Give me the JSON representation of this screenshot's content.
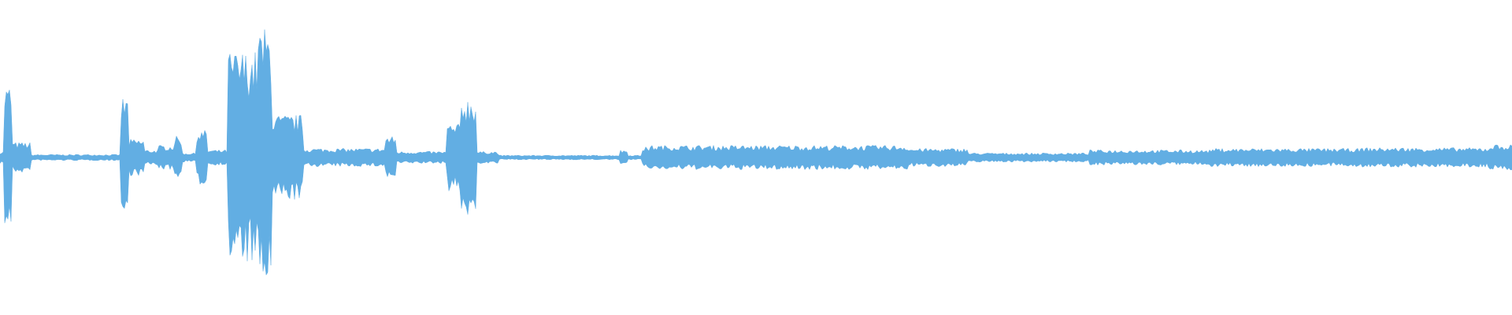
{
  "waveform": {
    "color": "#62aee3",
    "channels": 1,
    "amplitude_scale": 1.0,
    "segments": [
      {
        "start": 0.0,
        "end": 0.003,
        "amp": 0.04
      },
      {
        "start": 0.003,
        "end": 0.008,
        "amp": 0.48
      },
      {
        "start": 0.008,
        "end": 0.02,
        "amp": 0.1
      },
      {
        "start": 0.02,
        "end": 0.08,
        "amp": 0.02
      },
      {
        "start": 0.08,
        "end": 0.085,
        "amp": 0.4
      },
      {
        "start": 0.085,
        "end": 0.095,
        "amp": 0.12
      },
      {
        "start": 0.095,
        "end": 0.105,
        "amp": 0.05
      },
      {
        "start": 0.105,
        "end": 0.115,
        "amp": 0.08
      },
      {
        "start": 0.115,
        "end": 0.12,
        "amp": 0.14
      },
      {
        "start": 0.12,
        "end": 0.13,
        "amp": 0.03
      },
      {
        "start": 0.13,
        "end": 0.137,
        "amp": 0.18
      },
      {
        "start": 0.137,
        "end": 0.15,
        "amp": 0.05
      },
      {
        "start": 0.15,
        "end": 0.17,
        "amp": 0.7
      },
      {
        "start": 0.17,
        "end": 0.18,
        "amp": 0.85
      },
      {
        "start": 0.18,
        "end": 0.2,
        "amp": 0.28
      },
      {
        "start": 0.2,
        "end": 0.255,
        "amp": 0.06
      },
      {
        "start": 0.255,
        "end": 0.262,
        "amp": 0.14
      },
      {
        "start": 0.262,
        "end": 0.295,
        "amp": 0.04
      },
      {
        "start": 0.295,
        "end": 0.305,
        "amp": 0.22
      },
      {
        "start": 0.305,
        "end": 0.315,
        "amp": 0.4
      },
      {
        "start": 0.315,
        "end": 0.33,
        "amp": 0.04
      },
      {
        "start": 0.33,
        "end": 0.41,
        "amp": 0.015
      },
      {
        "start": 0.41,
        "end": 0.415,
        "amp": 0.05
      },
      {
        "start": 0.415,
        "end": 0.424,
        "amp": 0.015
      },
      {
        "start": 0.424,
        "end": 0.43,
        "amp": 0.07
      },
      {
        "start": 0.43,
        "end": 0.6,
        "amp": 0.08
      },
      {
        "start": 0.6,
        "end": 0.64,
        "amp": 0.06
      },
      {
        "start": 0.64,
        "end": 0.72,
        "amp": 0.03
      },
      {
        "start": 0.72,
        "end": 0.8,
        "amp": 0.05
      },
      {
        "start": 0.8,
        "end": 0.9,
        "amp": 0.06
      },
      {
        "start": 0.9,
        "end": 0.985,
        "amp": 0.065
      },
      {
        "start": 0.985,
        "end": 1.0,
        "amp": 0.085
      }
    ]
  }
}
